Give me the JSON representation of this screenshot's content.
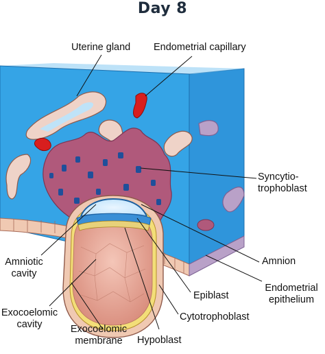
{
  "title": "Day 8",
  "labels": {
    "uterine_gland": "Uterine gland",
    "endometrial_capillary": "Endometrial capillary",
    "syncytiotrophoblast_1": "Syncytio-",
    "syncytiotrophoblast_2": "trophoblast",
    "amniotic_cavity_1": "Amniotic",
    "amniotic_cavity_2": "cavity",
    "amnion": "Amnion",
    "endometrial_epithelium_1": "Endometrial",
    "endometrial_epithelium_2": "epithelium",
    "epiblast": "Epiblast",
    "exocoelomic_cavity_1": "Exocoelomic",
    "exocoelomic_cavity_2": "cavity",
    "cytotrophoblast": "Cytotrophoblast",
    "exocoelomic_membrane_1": "Exocoelomic",
    "exocoelomic_membrane_2": "membrane",
    "hypoblast": "Hypoblast"
  },
  "colors": {
    "endometrium_front": "#2f9ee0",
    "endometrium_side": "#3aa7ea",
    "syncytiotrophoblast": "#b0597b",
    "syncytio_nuclei": "#1f4f9a",
    "capillary_blood": "#d81e1e",
    "gland_wall": "#efd3c8",
    "exocoelomic_cavity": "#e7a998",
    "epithelium": "#f0c9b2"
  }
}
